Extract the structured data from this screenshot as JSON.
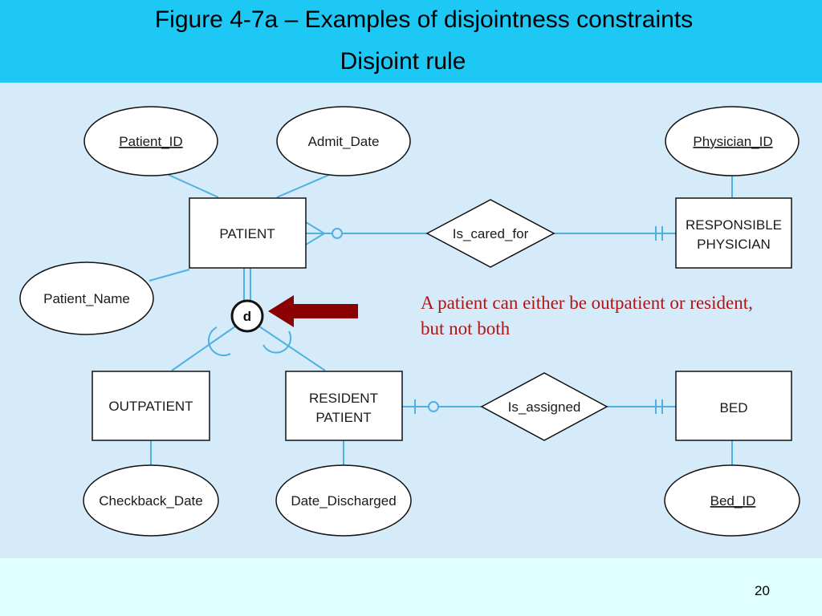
{
  "slide": {
    "title": "Figure 4-7a – Examples of disjointness constraints",
    "subtitle": "Disjoint rule",
    "page_number": "20"
  },
  "diagram": {
    "entities": {
      "patient": "PATIENT",
      "responsible_physician_line1": "RESPONSIBLE",
      "responsible_physician_line2": "PHYSICIAN",
      "outpatient": "OUTPATIENT",
      "resident_patient_line1": "RESIDENT",
      "resident_patient_line2": "PATIENT",
      "bed": "BED"
    },
    "attributes": {
      "patient_id": "Patient_ID",
      "admit_date": "Admit_Date",
      "patient_name": "Patient_Name",
      "physician_id": "Physician_ID",
      "checkback_date": "Checkback_Date",
      "date_discharged": "Date_Discharged",
      "bed_id": "Bed_ID"
    },
    "relationships": {
      "is_cared_for": "Is_cared_for",
      "is_assigned": "Is_assigned"
    },
    "disjoint_symbol": "d",
    "annotation": "A patient can either be outpatient or resident, but not both",
    "colors": {
      "lines": "#4fb0e2",
      "arrow": "#8b0000",
      "annotation_text": "#b01414"
    }
  }
}
